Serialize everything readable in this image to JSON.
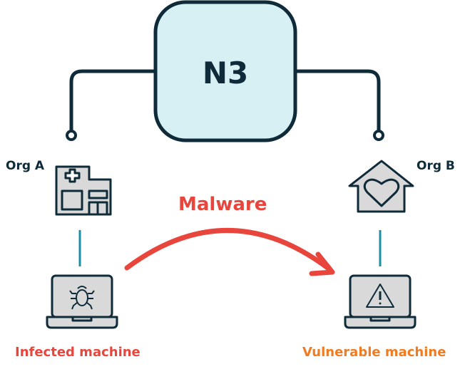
{
  "hub": {
    "label": "N3"
  },
  "org_a": {
    "label": "Org A",
    "icon": "hospital-icon",
    "machine_icon": "laptop-bug-icon",
    "machine_label": "Infected machine"
  },
  "org_b": {
    "label": "Org B",
    "icon": "house-heart-icon",
    "machine_icon": "laptop-warning-icon",
    "machine_label": "Vulnerable machine"
  },
  "flow": {
    "label": "Malware"
  },
  "colors": {
    "dark": "#0f2b3a",
    "hub_fill": "#d6f0f3",
    "icon_fill": "#d9d9d9",
    "teal": "#1b8fa3",
    "red": "#e8463c",
    "orange": "#f07c22"
  }
}
